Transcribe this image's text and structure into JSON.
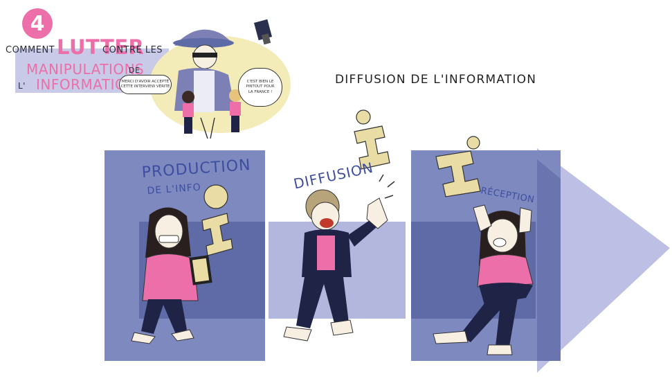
{
  "header": {
    "badge_number": "4",
    "title_parts": {
      "comment": "COMMENT",
      "lutter": "LUTTER",
      "contre_les": "CONTRE LES",
      "manipulations": "MANIPULATIONS",
      "de": "DE",
      "l": "L'",
      "information": "INFORMATION"
    },
    "speech_left": "MERCI D'AVOIR ACCEPTÉ CETTE INTERVIEW VÉRITÉ",
    "speech_right": "C'EST BIEN LE PINTOUT POUR LA FRANCE !"
  },
  "main_title": "DIFFUSION DE L'INFORMATION",
  "panels": {
    "production_word": "PRODUCTION",
    "production_sub": "DE L'INFO",
    "diffusion_word": "DIFFUSION",
    "reception_word": "RÉCEPTION"
  },
  "colors": {
    "panel_dark": "#5f6ba6",
    "panel_mid": "#7e89bf",
    "panel_light": "#b3b7de",
    "arrow": "#bdc0e4",
    "pink": "#ec6fa9",
    "info_yellow": "#e9dca4",
    "navy": "#1f2447"
  },
  "icons": [
    "info-i-icon",
    "projector-icon"
  ]
}
